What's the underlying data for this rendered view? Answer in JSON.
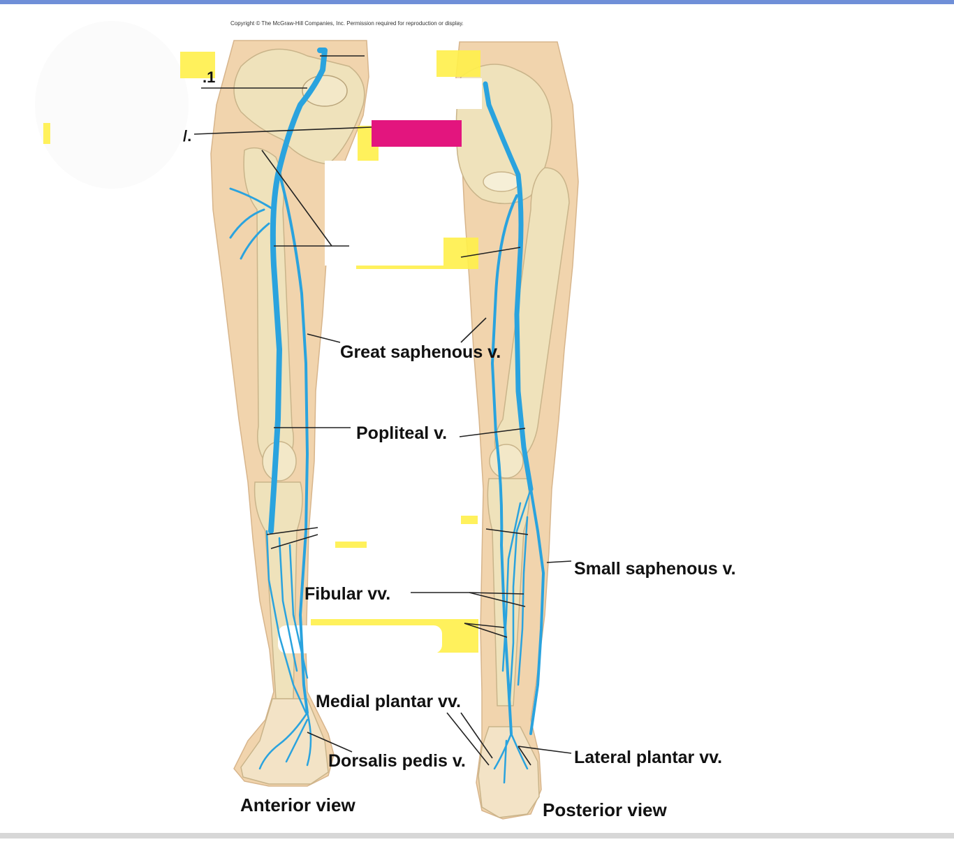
{
  "colors": {
    "vein": "#2aa3de",
    "skin": "#f1d4ad",
    "bone": "#efe2bb",
    "answer_box": "#e3157e",
    "highlight": "#fff04a",
    "leader": "#222222"
  },
  "copyright": "Copyright © The McGraw-Hill Companies, Inc. Permission required for reproduction or display.",
  "labels": {
    "great_saphenous": "Great saphenous v.",
    "popliteal": "Popliteal v.",
    "small_saphenous": "Small saphenous v.",
    "fibular": "Fibular vv.",
    "medial_plantar": "Medial plantar vv.",
    "dorsalis_pedis": "Dorsalis pedis v.",
    "lateral_plantar": "Lateral plantar vv.",
    "anterior_view": "Anterior view",
    "posterior_view": "Posterior view"
  },
  "partial_labels": {
    "top_left_1": ".1",
    "top_left_2": "/."
  }
}
